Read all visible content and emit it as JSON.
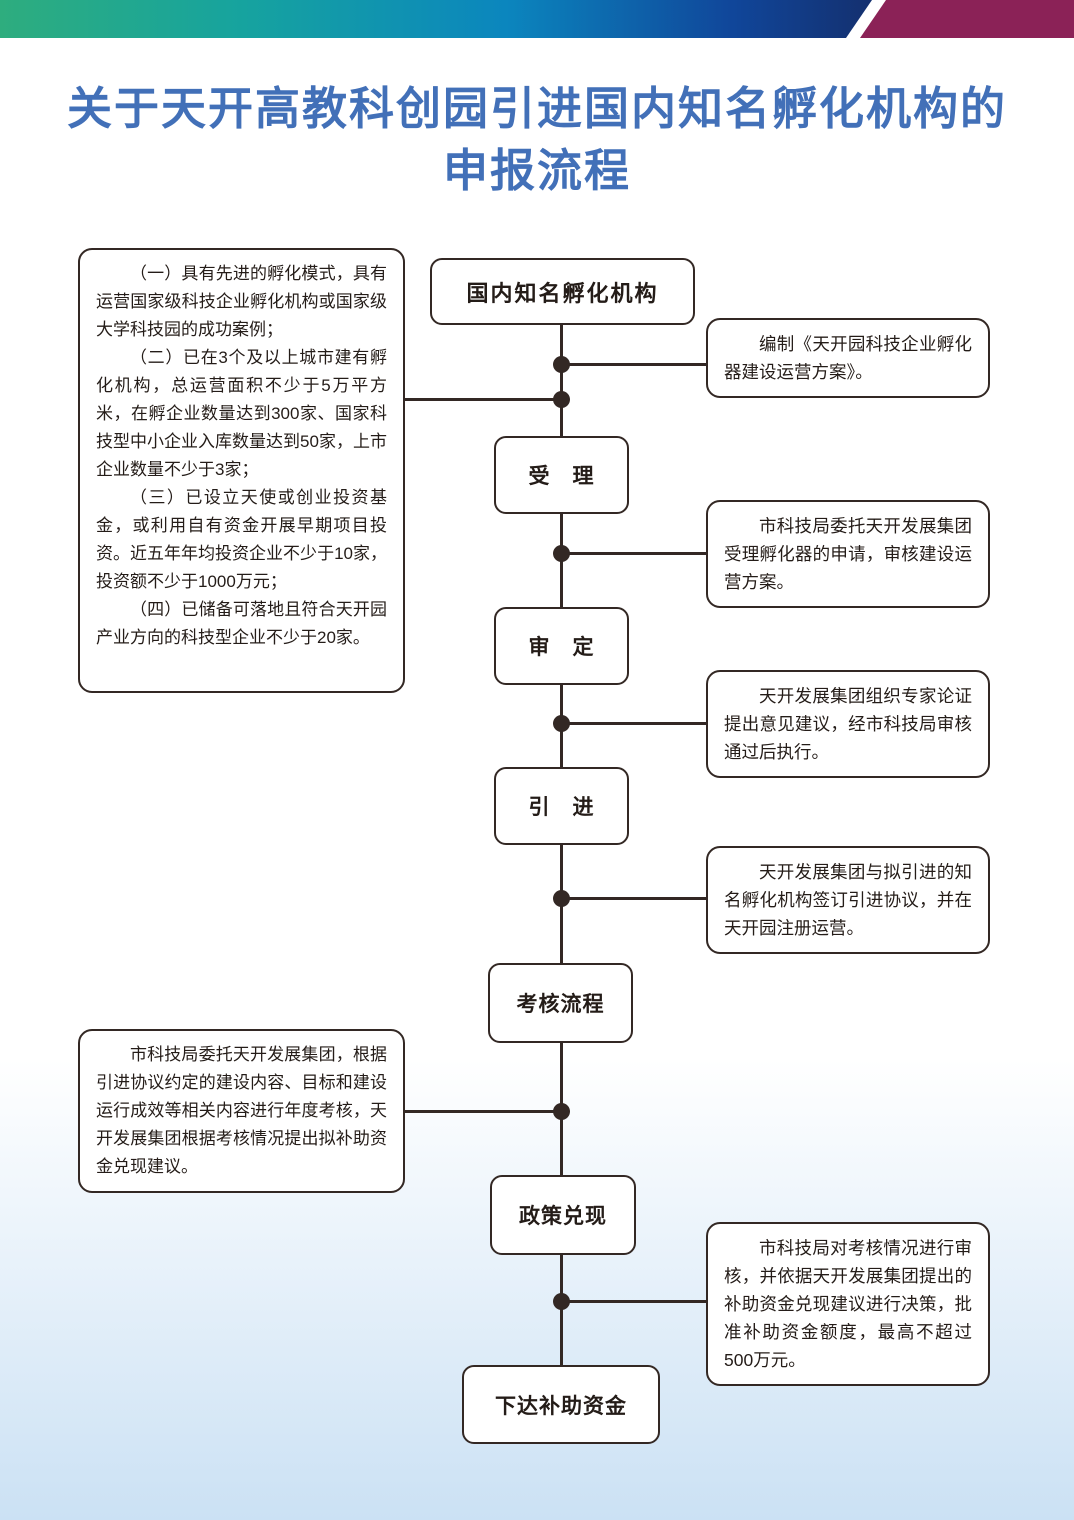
{
  "page": {
    "title_line1": "关于天开高教科创园引进国内知名孵化机构的",
    "title_line2": "申报流程"
  },
  "colors": {
    "title_blue": "#4270b8",
    "line_dark": "#332824",
    "banner_green": "#2ead7e",
    "banner_blue": "#14306f",
    "banner_maroon": "#8b2257",
    "bottom_wash_blue": "#cbe1f4"
  },
  "flow": {
    "nodes": [
      {
        "id": "incubator",
        "label": "国内知名孵化机构"
      },
      {
        "id": "accept",
        "label": "受　理"
      },
      {
        "id": "approve",
        "label": "审　定"
      },
      {
        "id": "introduce",
        "label": "引　进"
      },
      {
        "id": "assessment",
        "label": "考核流程"
      },
      {
        "id": "policy",
        "label": "政策兑现"
      },
      {
        "id": "grant",
        "label": "下达补助资金"
      }
    ]
  },
  "criteria": {
    "items": [
      "（一）具有先进的孵化模式，具有运营国家级科技企业孵化机构或国家级大学科技园的成功案例；",
      "（二）已在3个及以上城市建有孵化机构，总运营面积不少于5万平方米，在孵企业数量达到300家、国家科技型中小企业入库数量达到50家，上市企业数量不少于3家；",
      "（三）已设立天使或创业投资基金，或利用自有资金开展早期项目投资。近五年年均投资企业不少于10家，投资额不少于1000万元；",
      "（四）已储备可落地且符合天开园产业方向的科技型企业不少于20家。"
    ]
  },
  "notes": {
    "plan": "编制《天开园科技企业孵化器建设运营方案》。",
    "accept": "市科技局委托天开发展集团受理孵化器的申请，审核建设运营方案。",
    "review": "天开发展集团组织专家论证提出意见建议，经市科技局审核通过后执行。",
    "introduce": "天开发展集团与拟引进的知名孵化机构签订引进协议，并在天开园注册运营。",
    "assessment": "市科技局委托天开发展集团，根据引进协议约定的建设内容、目标和建设运行成效等相关内容进行年度考核，天开发展集团根据考核情况提出拟补助资金兑现建议。",
    "policy": "市科技局对考核情况进行审核，并依据天开发展集团提出的补助资金兑现建议进行决策，批准补助资金额度，最高不超过500万元。"
  }
}
